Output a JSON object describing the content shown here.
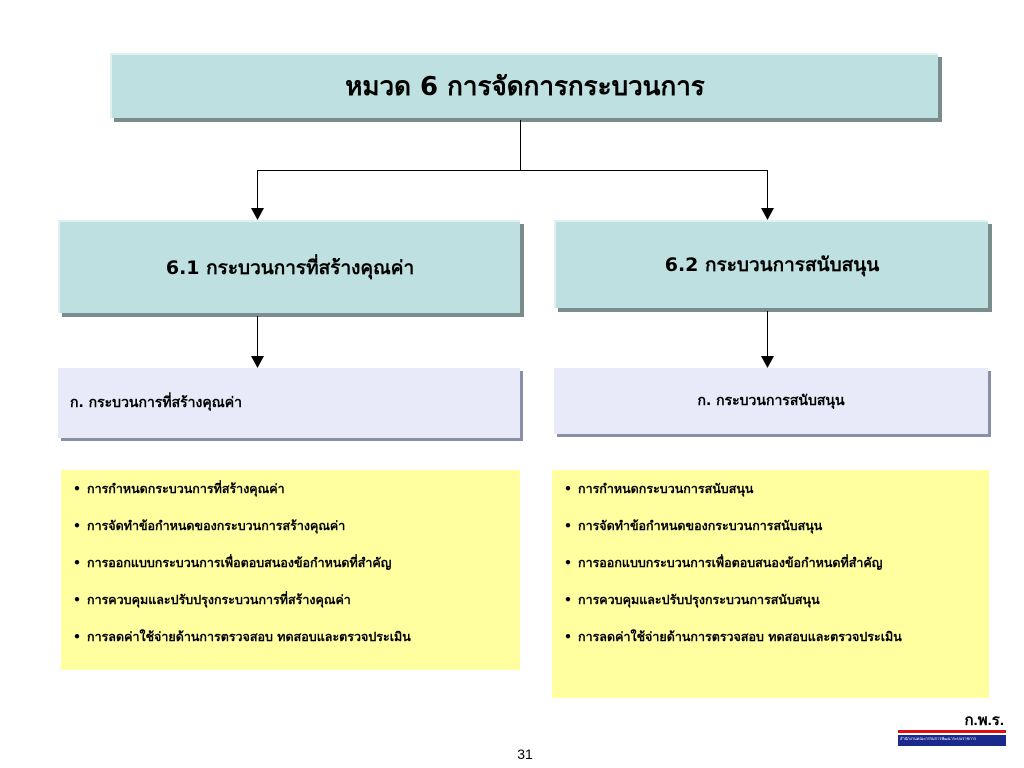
{
  "title": "หมวด 6 การจัดการกระบวนการ",
  "sections": [
    {
      "heading": "6.1 กระบวนการที่สร้างคุณค่า",
      "subheading": "ก. กระบวนการที่สร้างคุณค่า",
      "items": [
        "การกำหนดกระบวนการที่สร้างคุณค่า",
        "การจัดทำข้อกำหนดของกระบวนการสร้างคุณค่า",
        "การออกแบบกระบวนการเพื่อตอบสนองข้อกำหนดที่สำคัญ",
        "การควบคุมและปรับปรุงกระบวนการที่สร้างคุณค่า",
        "การลดค่าใช้จ่ายด้านการตรวจสอบ ทดสอบและตรวจประเมิน"
      ]
    },
    {
      "heading": "6.2 กระบวนการสนับสนุน",
      "subheading": "ก. กระบวนการสนับสนุน",
      "items": [
        "การกำหนดกระบวนการสนับสนุน",
        "การจัดทำข้อกำหนดของกระบวนการสนับสนุน",
        "การออกแบบกระบวนการเพื่อตอบสนองข้อกำหนดที่สำคัญ",
        "การควบคุมและปรับปรุงกระบวนการสนับสนุน",
        "การลดค่าใช้จ่ายด้านการตรวจสอบ ทดสอบและตรวจประเมิน"
      ]
    }
  ],
  "bullet": "•",
  "page_number": "31",
  "logo": {
    "text": "ก.พ.ร.",
    "subtext": "สำนักงานคณะกรรมการพัฒนาระบบราชการ"
  },
  "colors": {
    "header_box": "#bfe0e0",
    "sub_box": "#e8eaf9",
    "list_box": "#ffffa0",
    "logo_red": "#dd1111",
    "logo_blue": "#1a2a8c"
  }
}
